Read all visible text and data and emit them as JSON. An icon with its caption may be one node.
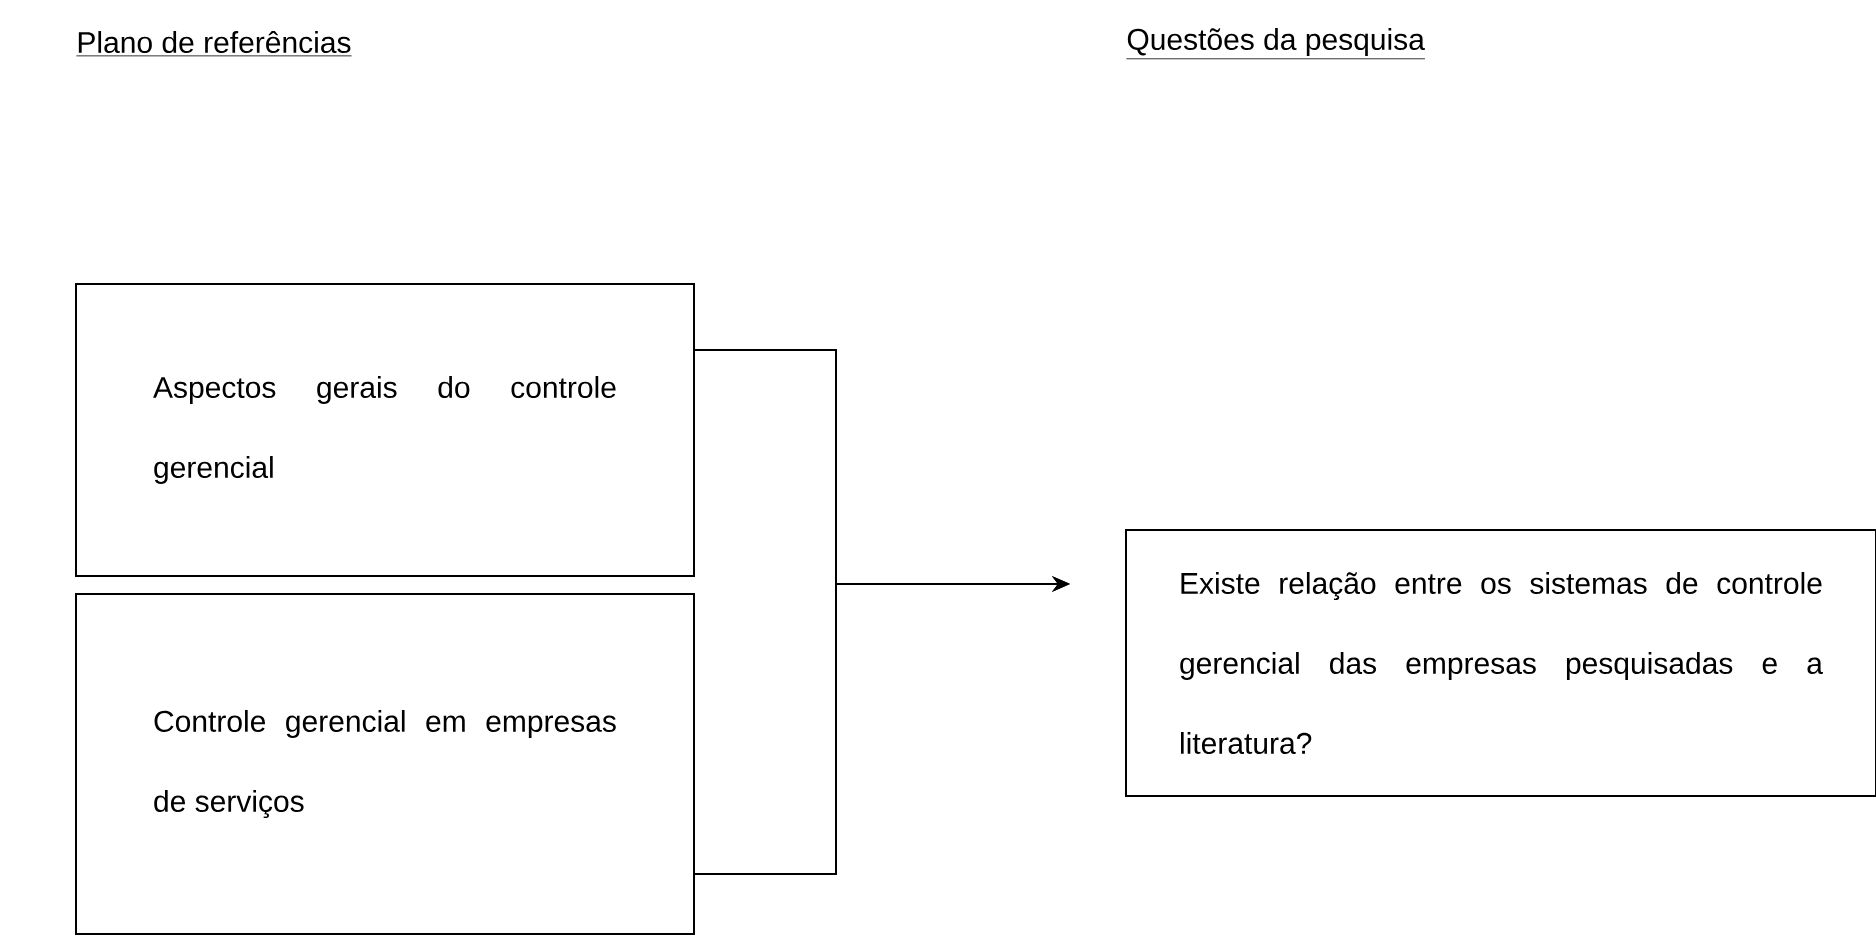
{
  "diagram": {
    "nodes": [
      {
        "text": [
          "Aspectos gerais do controle gerencial"
        ]
      },
      {
        "text": [
          "Controle gerencial em empresas de serviços"
        ]
      },
      {
        "text": [
          "Existe relação entre os sistemas de controle gerencial das empresas pesquisadas e a literatura?"
        ]
      }
    ],
    "edges": [
      {
        "from": 0,
        "to": 2,
        "arrow": "to"
      },
      {
        "from": 1,
        "to": 2,
        "arrow": "to"
      }
    ],
    "labels": [
      "Plano de referências",
      "Questões da pesquisa"
    ]
  }
}
